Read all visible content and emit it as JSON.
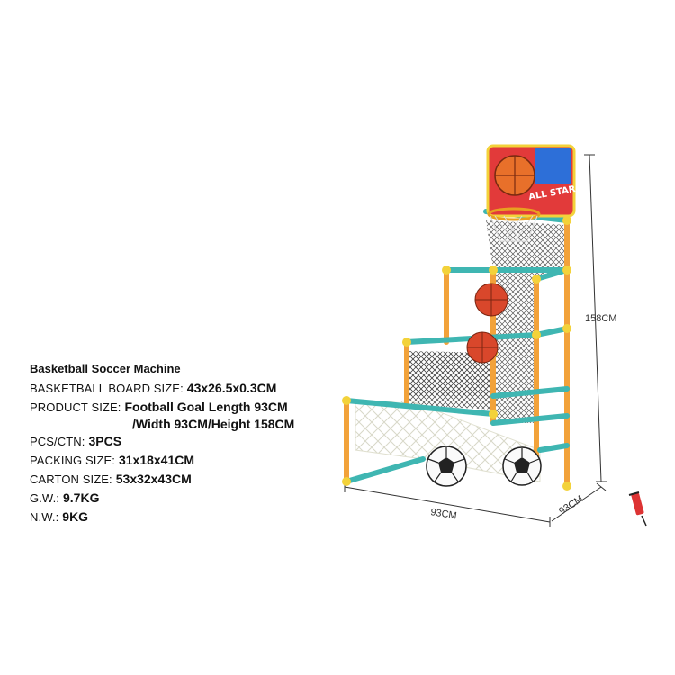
{
  "title": "Basketball Soccer Machine",
  "specs": [
    {
      "label": "BASKETBALL BOARD SIZE:",
      "value": "43x26.5x0.3CM"
    },
    {
      "label": "PRODUCT SIZE:",
      "value": "Football Goal Length 93CM",
      "value2": "/Width 93CM/Height 158CM"
    },
    {
      "label": "PCS/CTN:",
      "value": "3PCS"
    },
    {
      "label": "PACKING SIZE:",
      "value": "31x18x41CM"
    },
    {
      "label": "CARTON SIZE:",
      "value": "53x32x43CM"
    },
    {
      "label": "G.W.:",
      "value": "9.7KG"
    },
    {
      "label": "N.W.:",
      "value": "9KG"
    }
  ],
  "dimensions": {
    "height": "158CM",
    "width": "93CM",
    "depth": "93CM"
  },
  "backboard": {
    "text": "ALL STAR"
  },
  "colors": {
    "frame_teal": "#3fb6b2",
    "frame_orange": "#f2a23a",
    "frame_yellow": "#f3d23a",
    "board_red": "#e23a3a",
    "board_blue": "#2d6fd8"
  }
}
